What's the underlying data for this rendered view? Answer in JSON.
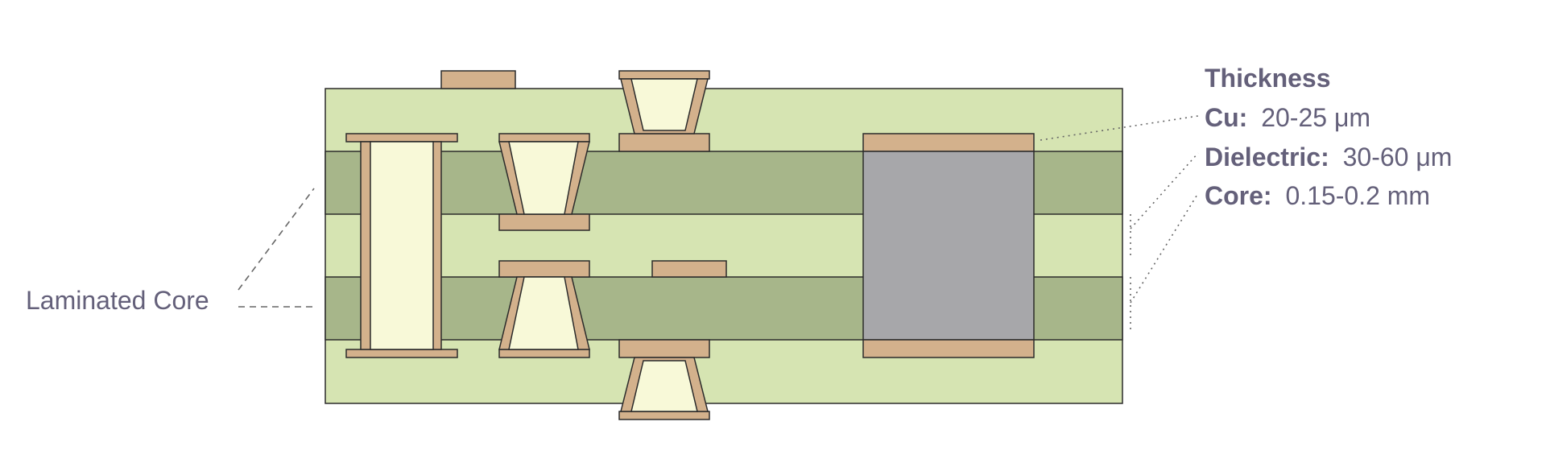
{
  "diagram": {
    "left_label": "Laminated Core",
    "legend": {
      "title": "Thickness",
      "rows": [
        {
          "key": "Cu:",
          "value": "20-25 μm"
        },
        {
          "key": "Dielectric:",
          "value": "30-60 μm"
        },
        {
          "key": "Core:",
          "value": "0.15-0.2 mm"
        }
      ]
    },
    "colors": {
      "prepreg": "#d6e4b2",
      "core": "#a7b68a",
      "copper": "#d3b18c",
      "via_fill": "#f8f9d8",
      "metal_block": "#a7a7aa",
      "outline": "#2b2b2b",
      "label_text": "#64607a",
      "leader_line": "#666666"
    }
  }
}
